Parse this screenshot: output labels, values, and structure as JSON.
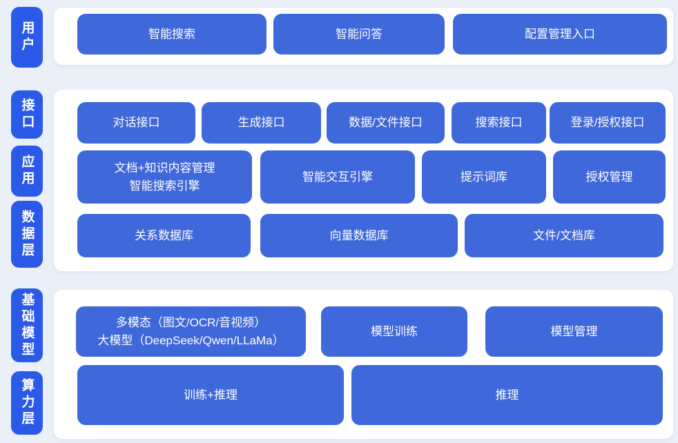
{
  "colors": {
    "page_background": "#EAEFF8",
    "panel_background": "#FFFFFF",
    "layer_tab_blue": "#2B59E8",
    "box_blue": "#3F68DA",
    "text_white": "#FFFFFF"
  },
  "sections": [
    {
      "tabs": [
        {
          "label": "用户"
        }
      ],
      "rows": [
        {
          "boxes": [
            {
              "lines": [
                "智能搜索"
              ]
            },
            {
              "lines": [
                "智能问答"
              ]
            },
            {
              "lines": [
                "配置管理入口"
              ]
            }
          ]
        }
      ]
    },
    {
      "tabs": [
        {
          "label": "接口"
        },
        {
          "label": "应用"
        },
        {
          "label": "数据层"
        }
      ],
      "rows": [
        {
          "boxes": [
            {
              "lines": [
                "对话接口"
              ]
            },
            {
              "lines": [
                "生成接口"
              ]
            },
            {
              "lines": [
                "数据/文件接口"
              ]
            },
            {
              "lines": [
                "搜索接口"
              ]
            },
            {
              "lines": [
                "登录/授权接口"
              ]
            }
          ]
        },
        {
          "boxes": [
            {
              "lines": [
                "文档+知识内容管理",
                "智能搜索引擎"
              ]
            },
            {
              "lines": [
                "智能交互引擎"
              ]
            },
            {
              "lines": [
                "提示词库"
              ]
            },
            {
              "lines": [
                "授权管理"
              ]
            }
          ]
        },
        {
          "boxes": [
            {
              "lines": [
                "关系数据库"
              ]
            },
            {
              "lines": [
                "向量数据库"
              ]
            },
            {
              "lines": [
                "文件/文档库"
              ]
            }
          ]
        }
      ]
    },
    {
      "tabs": [
        {
          "label": "基础模型"
        },
        {
          "label": "算力层"
        }
      ],
      "rows": [
        {
          "boxes": [
            {
              "lines": [
                "多模态（图文/OCR/音视频）",
                "大模型（DeepSeek/Qwen/LLaMa）"
              ]
            },
            {
              "lines": [
                "模型训练"
              ]
            },
            {
              "lines": [
                "模型管理"
              ]
            }
          ]
        },
        {
          "boxes": [
            {
              "lines": [
                "训练+推理"
              ]
            },
            {
              "lines": [
                "推理"
              ]
            }
          ]
        }
      ]
    }
  ]
}
